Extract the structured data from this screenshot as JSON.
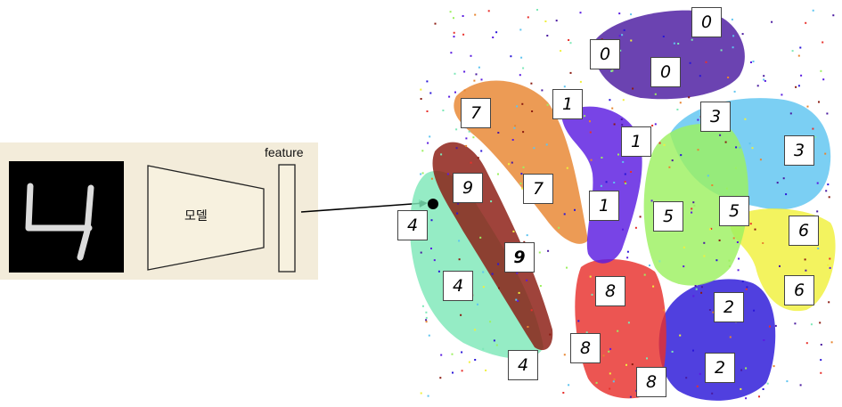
{
  "model": {
    "label": "모델"
  },
  "feature": {
    "label": "feature"
  },
  "input_digit": {
    "value": "4",
    "icon": "handwritten-digit-image"
  },
  "colors": {
    "panel": "#f3ecda",
    "c0": "#4a1aa0",
    "c1": "#5a1be0",
    "c2": "#2a16d8",
    "c3": "#5ec4f0",
    "c4": "#7ee8b8",
    "c5": "#9cf060",
    "c6": "#f0f03c",
    "c7": "#e88530",
    "c8": "#e8302c",
    "c9": "#8a1a10"
  },
  "clusters": [
    {
      "digit": "0",
      "color_key": "c0",
      "labels": [
        "0",
        "0",
        "0"
      ]
    },
    {
      "digit": "1",
      "color_key": "c1",
      "labels": [
        "1",
        "1",
        "1"
      ]
    },
    {
      "digit": "2",
      "color_key": "c2",
      "labels": [
        "2",
        "2"
      ]
    },
    {
      "digit": "3",
      "color_key": "c3",
      "labels": [
        "3",
        "3"
      ]
    },
    {
      "digit": "4",
      "color_key": "c4",
      "labels": [
        "4",
        "4",
        "4"
      ]
    },
    {
      "digit": "5",
      "color_key": "c5",
      "labels": [
        "5",
        "5"
      ]
    },
    {
      "digit": "6",
      "color_key": "c6",
      "labels": [
        "6",
        "6"
      ]
    },
    {
      "digit": "7",
      "color_key": "c7",
      "labels": [
        "7",
        "7"
      ]
    },
    {
      "digit": "8",
      "color_key": "c8",
      "labels": [
        "8",
        "8",
        "8"
      ]
    },
    {
      "digit": "9",
      "color_key": "c9",
      "labels": [
        "9",
        "9"
      ]
    }
  ]
}
